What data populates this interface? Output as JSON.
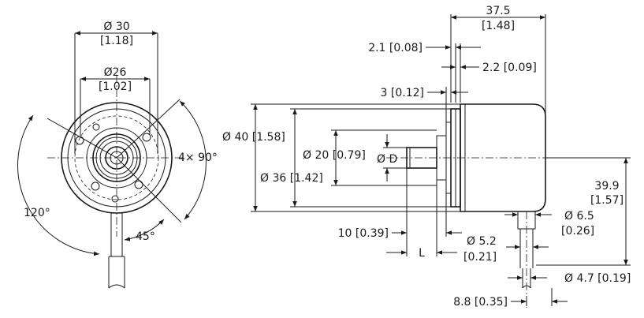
{
  "front_view": {
    "dim_outer": "Ø 30",
    "dim_outer_in": "[1.18]",
    "dim_inner": "Ø26",
    "dim_inner_in": "[1.02]",
    "angle_120": "120°",
    "angle_4x90": "4× 90°",
    "angle_45": "45°"
  },
  "side_view": {
    "len_total": "37.5",
    "len_total_in": "[1.48]",
    "gap_21": "2.1 [0.08]",
    "gap_22": "2.2 [0.09]",
    "gap_3": "3 [0.12]",
    "dia_40": "Ø 40 [1.58]",
    "dia_36": "Ø 36 [1.42]",
    "dia_20": "Ø 20 [0.79]",
    "dia_d": "Ø D",
    "cable_pos": "39.9",
    "cable_pos_in": "[1.57]",
    "cable_65": "Ø 6.5",
    "cable_65_in": "[0.26]",
    "cable_52": "Ø 5.2",
    "cable_52_in": "[0.21]",
    "cable_47": "Ø 4.7 [0.19]",
    "shaft_10": "10 [0.39]",
    "shaft_l": "L",
    "cable_88": "8.8 [0.35]"
  }
}
